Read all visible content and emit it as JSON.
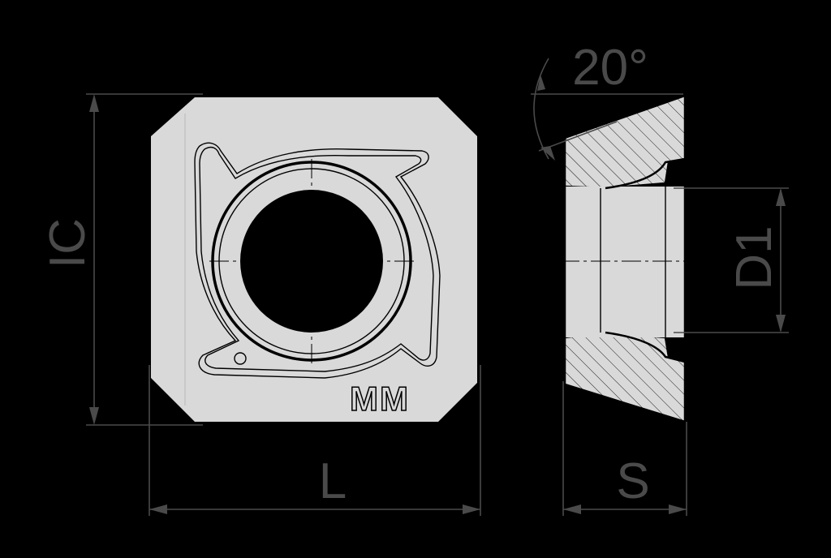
{
  "diagram": {
    "labels": {
      "ic": "IC",
      "l": "L",
      "s": "S",
      "d1": "D1",
      "angle": "20°",
      "marking": "MM"
    },
    "colors": {
      "background": "#000000",
      "insert_fill": "#d9d9d9",
      "dimension": "#4a4a4a",
      "outline": "#000000"
    }
  }
}
